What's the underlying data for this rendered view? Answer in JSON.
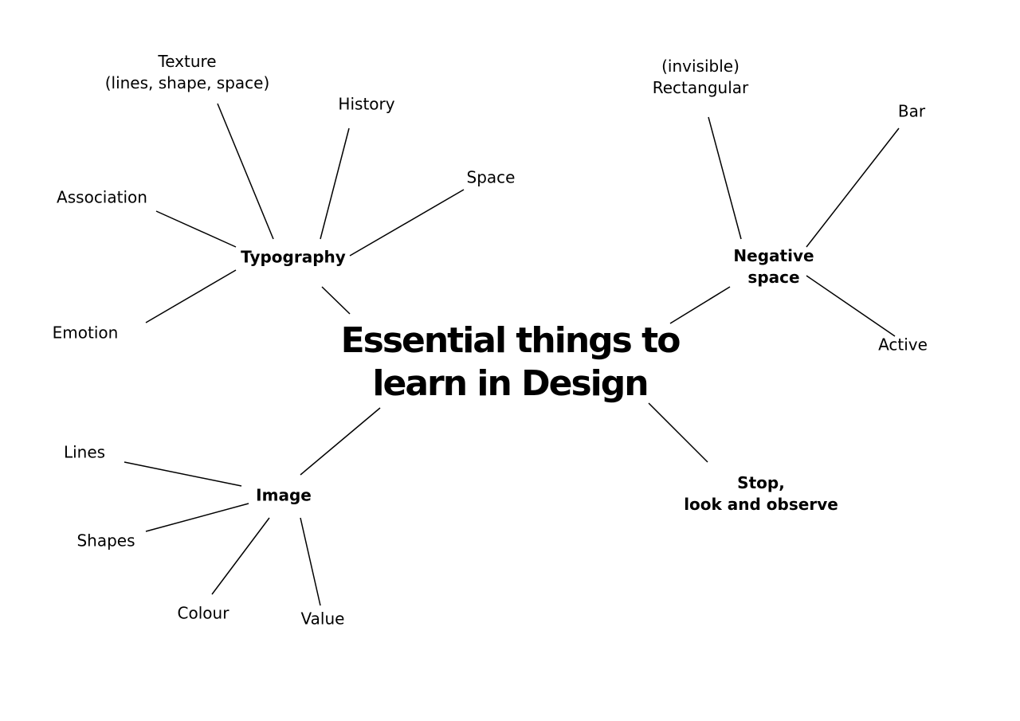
{
  "central_topic": {
    "line1": "Essential things to",
    "line2": "learn in Design"
  },
  "branches": {
    "typography": {
      "label": "Typography",
      "children": {
        "texture": {
          "line1": "Texture",
          "line2": "(lines, shape, space)"
        },
        "history": "History",
        "space": "Space",
        "association": "Association",
        "emotion": "Emotion"
      }
    },
    "negative_space": {
      "line1": "Negative",
      "line2": "space",
      "children": {
        "rectangular": {
          "line1": "(invisible)",
          "line2": "Rectangular"
        },
        "bar": "Bar",
        "active": "Active"
      }
    },
    "image": {
      "label": "Image",
      "children": {
        "lines": "Lines",
        "shapes": "Shapes",
        "colour": "Colour",
        "value": "Value"
      }
    },
    "stop_look": {
      "line1": "Stop,",
      "line2": "look and observe"
    }
  }
}
